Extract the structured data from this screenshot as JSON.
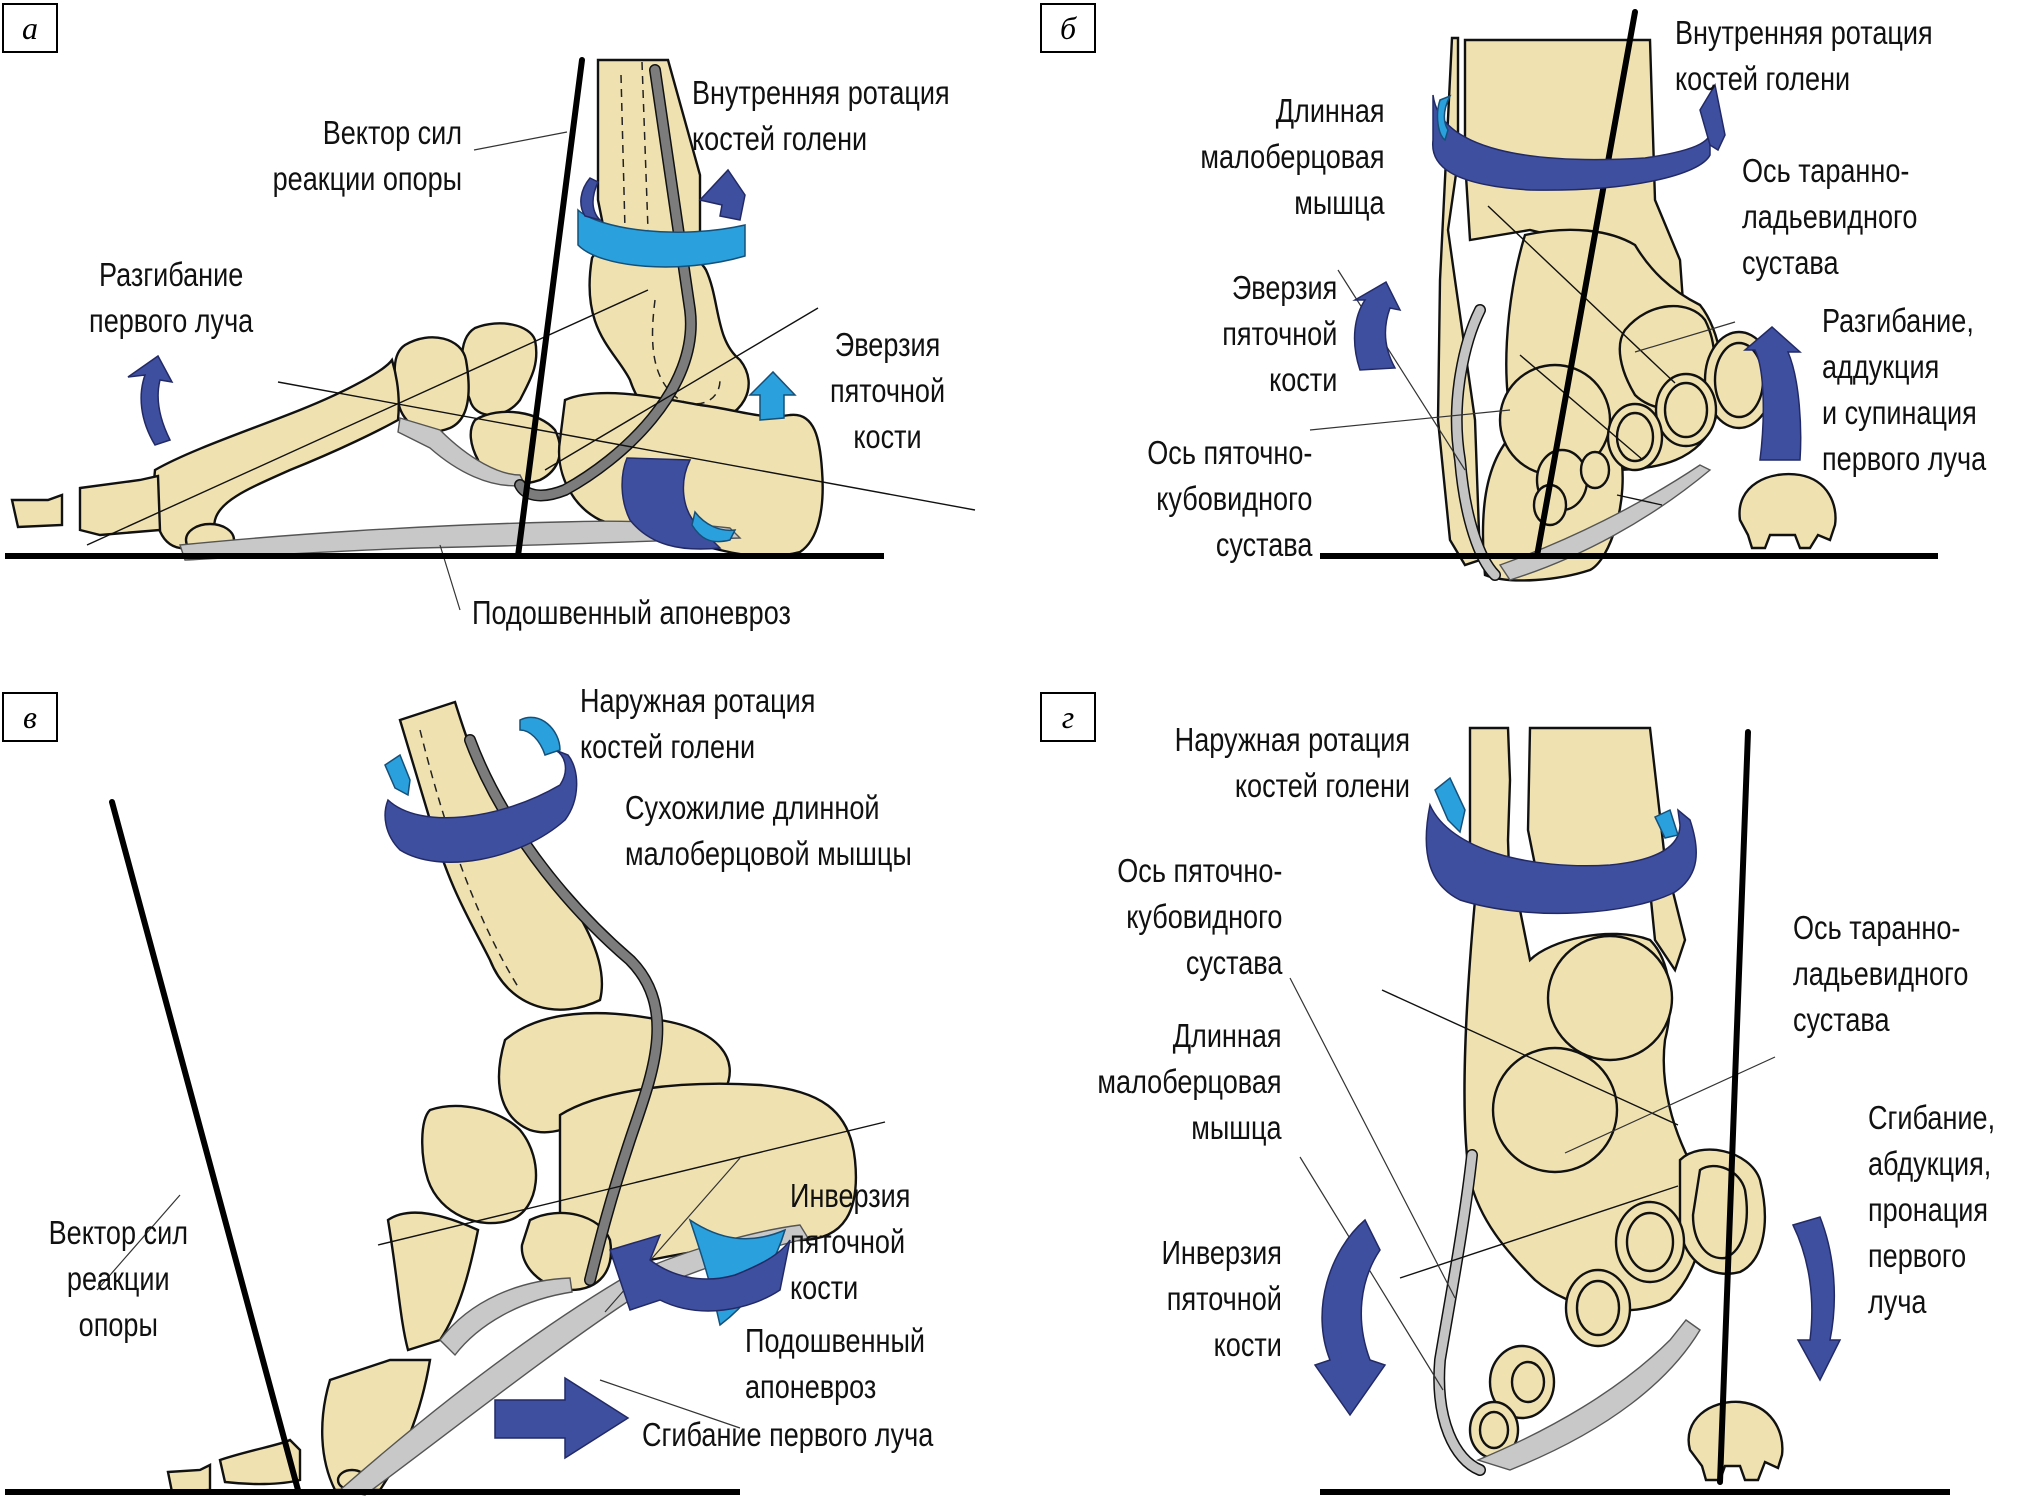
{
  "figure": {
    "colors": {
      "bone": "#f0e2b0",
      "light_blue_arrow": "#2aa0dc",
      "dark_blue_arrow": "#3f4fa0",
      "ligament_gray": "#c8c8c8",
      "tendon_gray": "#7c7c7c",
      "outline": "#111111"
    },
    "panels": [
      {
        "id": "a",
        "letter": "а",
        "view": "medial side view",
        "labels": {
          "ground_reaction_vector": "Вектор сил\nреакции опоры",
          "tibia_internal_rotation": "Внутренняя ротация\nкостей голени",
          "first_ray_extension": "Разгибание\nпервого луча",
          "calcaneal_eversion": "Эверзия\nпяточной\nкости",
          "plantar_aponeurosis": "Подошвенный апоневроз"
        }
      },
      {
        "id": "b",
        "letter": "б",
        "view": "posterior view",
        "labels": {
          "tibia_internal_rotation": "Внутренняя ротация\nкостей голени",
          "peroneus_longus": "Длинная\nмалоберцовая\nмышца",
          "talonavicular_axis": "Ось таранно-\nладьевидного\nсустава",
          "calcaneal_eversion": "Эверзия\nпяточной\nкости",
          "first_ray_motion": "Разгибание,\nаддукция\nи супинация\nпервого луча",
          "calcaneocuboid_axis": "Ось пяточно-\nкубовидного\nсустава"
        }
      },
      {
        "id": "c",
        "letter": "в",
        "view": "medial side view, heel rise",
        "labels": {
          "tibia_external_rotation": "Наружная ротация\nкостей голени",
          "peroneus_longus_tendon": "Сухожилие длинной\nмалоберцовой мышцы",
          "ground_reaction_vector": "Вектор сил\nреакции\nопоры",
          "calcaneal_inversion": "Инверзия\nпяточной\nкости",
          "plantar_aponeurosis": "Подошвенный\nапоневроз",
          "first_ray_flexion": "Сгибание первого луча"
        }
      },
      {
        "id": "d",
        "letter": "г",
        "view": "posterior view, heel rise",
        "labels": {
          "tibia_external_rotation": "Наружная ротация\nкостей голени",
          "calcaneocuboid_axis": "Ось пяточно-\nкубовидного\nсустава",
          "talonavicular_axis": "Ось таранно-\nладьевидного\nсустава",
          "peroneus_longus": "Длинная\nмалоберцовая\nмышца",
          "first_ray_motion": "Сгибание,\nабдукция,\nпронация\nпервого\nлуча",
          "calcaneal_inversion": "Инверзия\nпяточной\nкости"
        }
      }
    ]
  }
}
